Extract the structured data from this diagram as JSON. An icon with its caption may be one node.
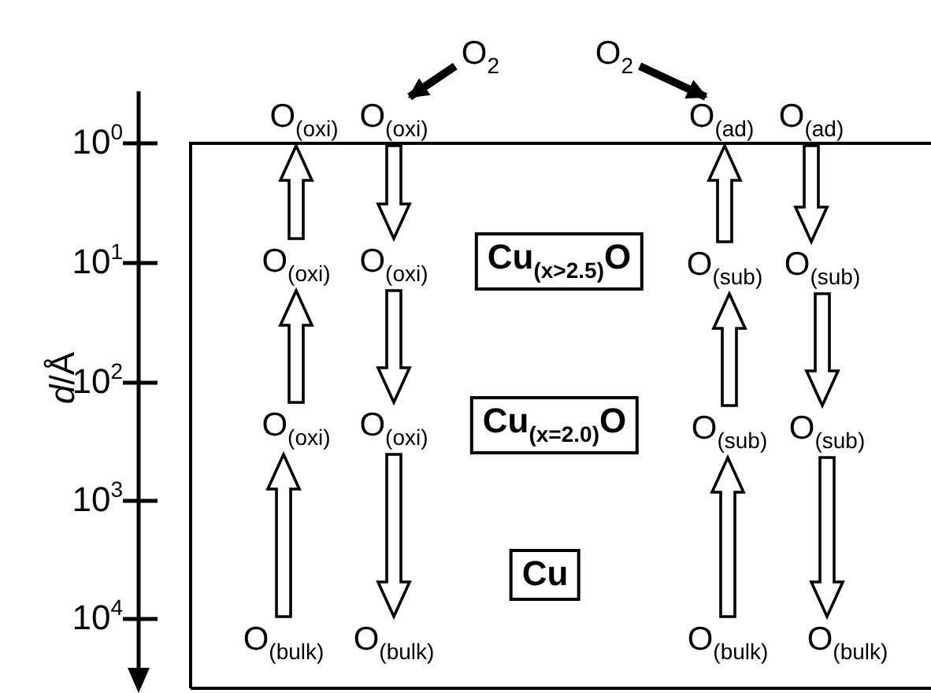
{
  "diagram": {
    "nodes": [
      {
        "text": [
          "O$_{2}$"
        ]
      },
      {
        "text": [
          "O$_{2}$"
        ]
      },
      {
        "text": [
          "O$_{(oxi)}$"
        ]
      },
      {
        "text": [
          "O$_{(oxi)}$"
        ]
      },
      {
        "text": [
          "O$_{(ad)}$"
        ]
      },
      {
        "text": [
          "O$_{(ad)}$"
        ]
      },
      {
        "text": [
          "O$_{(oxi)}$"
        ]
      },
      {
        "text": [
          "O$_{(oxi)}$"
        ]
      },
      {
        "text": [
          "Cu$_{(x>2.5)}$O"
        ]
      },
      {
        "text": [
          "O$_{(sub)}$"
        ]
      },
      {
        "text": [
          "O$_{(sub)}$"
        ]
      },
      {
        "text": [
          "O$_{(oxi)}$"
        ]
      },
      {
        "text": [
          "O$_{(oxi)}$"
        ]
      },
      {
        "text": [
          "Cu$_{(x=2.0)}$O"
        ]
      },
      {
        "text": [
          "O$_{(sub)}$"
        ]
      },
      {
        "text": [
          "O$_{(sub)}$"
        ]
      },
      {
        "text": [
          "Cu"
        ]
      },
      {
        "text": [
          "O$_{(bulk)}$"
        ]
      },
      {
        "text": [
          "O$_{(bulk)}$"
        ]
      },
      {
        "text": [
          "O$_{(bulk)}$"
        ]
      },
      {
        "text": [
          "O$_{(bulk)}$"
        ]
      }
    ],
    "edges": [
      {
        "from": 0,
        "to": 3,
        "arrow": "to"
      },
      {
        "from": 1,
        "to": 4,
        "arrow": "to"
      },
      {
        "from": 6,
        "to": 2,
        "arrow": "to"
      },
      {
        "from": 3,
        "to": 7,
        "arrow": "to"
      },
      {
        "from": 11,
        "to": 6,
        "arrow": "to"
      },
      {
        "from": 7,
        "to": 12,
        "arrow": "to"
      },
      {
        "from": 17,
        "to": 11,
        "arrow": "to"
      },
      {
        "from": 12,
        "to": 18,
        "arrow": "to"
      },
      {
        "from": 9,
        "to": 4,
        "arrow": "to"
      },
      {
        "from": 5,
        "to": 10,
        "arrow": "to"
      },
      {
        "from": 14,
        "to": 9,
        "arrow": "to"
      },
      {
        "from": 10,
        "to": 15,
        "arrow": "to"
      },
      {
        "from": 19,
        "to": 14,
        "arrow": "to"
      },
      {
        "from": 15,
        "to": 20,
        "arrow": "to"
      }
    ],
    "labels": [
      "10$^{0}$",
      "10$^{1}$",
      "10$^{2}$",
      "10$^{3}$",
      "10$^{4}$",
      "*d*/Å"
    ]
  }
}
